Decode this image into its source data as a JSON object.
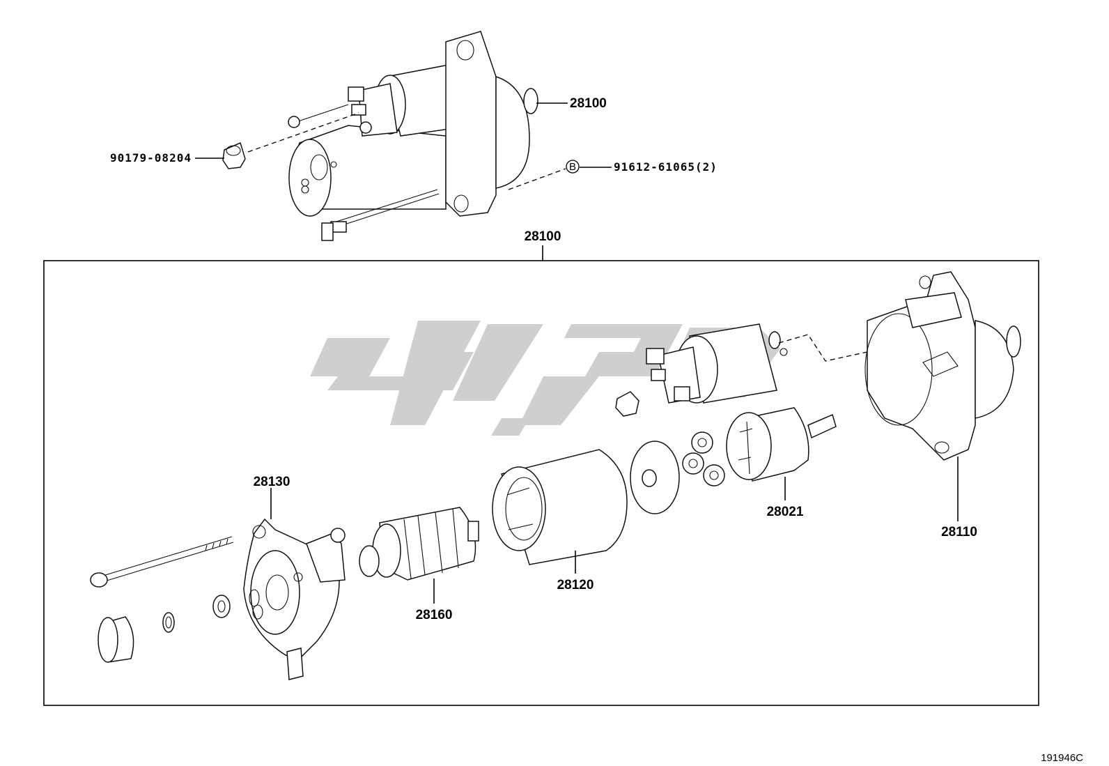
{
  "diagram": {
    "labels": {
      "assembly_top": "28100",
      "nut_top": "90179-08204",
      "bolt_top": "91612-61065(2)",
      "bolt_marker": "B",
      "assembly_box": "28100",
      "housing": "28110",
      "clutch": "28021",
      "yoke": "28120",
      "commutator_frame": "28130",
      "armature": "28160"
    },
    "drawing_code": "191946C",
    "colors": {
      "line": "#000000",
      "watermark": "#cfcfcf"
    }
  }
}
